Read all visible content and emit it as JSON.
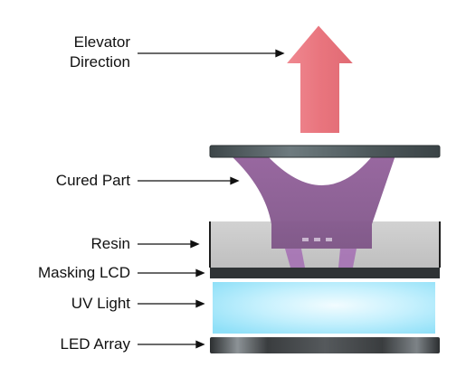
{
  "labels": {
    "elevator_line1": "Elevator",
    "elevator_line2": "Direction",
    "cured_part": "Cured Part",
    "resin": "Resin",
    "masking_lcd": "Masking LCD",
    "uv_light": "UV Light",
    "led_array": "LED Array"
  },
  "colors": {
    "arrow_up": "#ea7a83",
    "build_plate": "#4d5a5e",
    "cured_part": "#8e5e96",
    "resin": "#c9c9c9",
    "masking_lcd": "#2f3335",
    "uv_light": "#aee9fb",
    "led_array": "#3a3d3f"
  }
}
